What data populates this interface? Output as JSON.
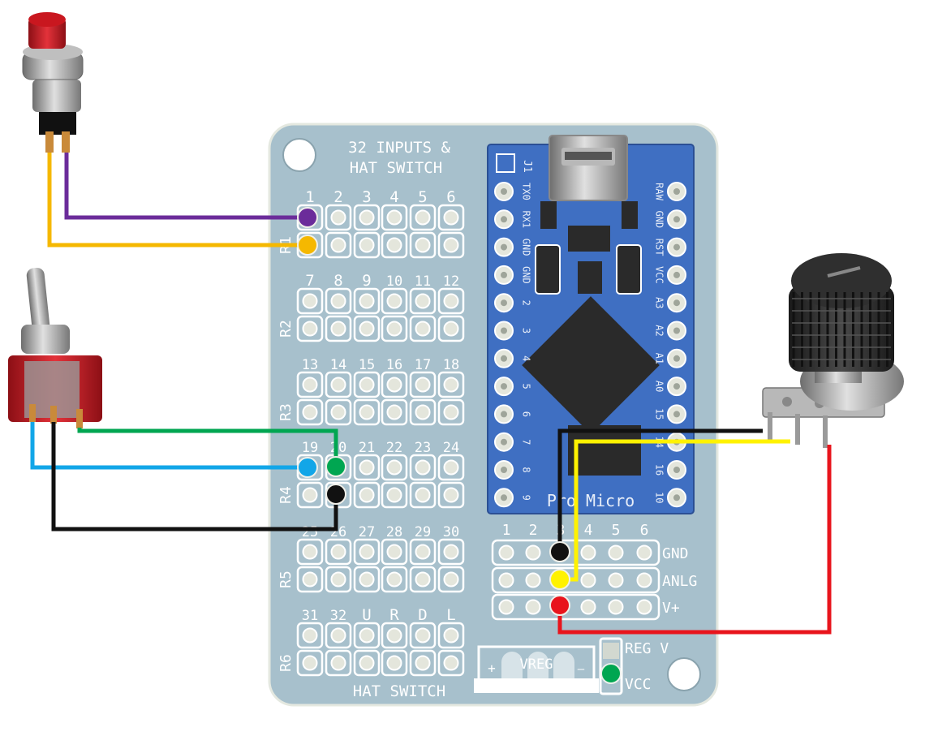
{
  "board": {
    "title_line1": "32 INPUTS &",
    "title_line2": "HAT SWITCH",
    "footer_label": "HAT SWITCH",
    "color": "#a7c0cc",
    "rows": [
      {
        "label": "R1",
        "cols": [
          "1",
          "2",
          "3",
          "4",
          "5",
          "6"
        ]
      },
      {
        "label": "R2",
        "cols": [
          "7",
          "8",
          "9",
          "10",
          "11",
          "12"
        ]
      },
      {
        "label": "R3",
        "cols": [
          "13",
          "14",
          "15",
          "16",
          "17",
          "18"
        ]
      },
      {
        "label": "R4",
        "cols": [
          "19",
          "20",
          "21",
          "22",
          "23",
          "24"
        ]
      },
      {
        "label": "R5",
        "cols": [
          "25",
          "26",
          "27",
          "28",
          "29",
          "30"
        ]
      },
      {
        "label": "R6",
        "cols": [
          "31",
          "32",
          "U",
          "R",
          "D",
          "L"
        ]
      }
    ],
    "analog_header": {
      "col_labels": [
        "1",
        "2",
        "3",
        "4",
        "5",
        "6"
      ],
      "row_labels": [
        "GND",
        "ANLG",
        "V+"
      ]
    },
    "vreg_label": "VREG",
    "vreg_plus": "+",
    "vreg_minus": "—",
    "reg_v_label": "REG V",
    "vcc_label": "VCC"
  },
  "pro_micro": {
    "label": "Pro Micro",
    "jumper_label": "J1",
    "left_pins": [
      "TX0",
      "RX1",
      "GND",
      "GND",
      "2",
      "3",
      "4",
      "5",
      "6",
      "7",
      "8",
      "9"
    ],
    "right_pins": [
      "RAW",
      "GND",
      "RST",
      "VCC",
      "A3",
      "A2",
      "A1",
      "A0",
      "15",
      "14",
      "16",
      "10"
    ]
  },
  "components": {
    "push_button": {
      "cap_color": "#d9202a"
    },
    "toggle_switch": {
      "body_color": "#c8202a"
    },
    "potentiometer": {
      "knob_color": "#2a2a2a"
    }
  },
  "wire_colors": {
    "purple": "#6b2c9a",
    "orange": "#f5b800",
    "green": "#00a651",
    "blue": "#12a6e8",
    "black": "#111111",
    "yellow": "#fff200",
    "red": "#e8141c"
  }
}
